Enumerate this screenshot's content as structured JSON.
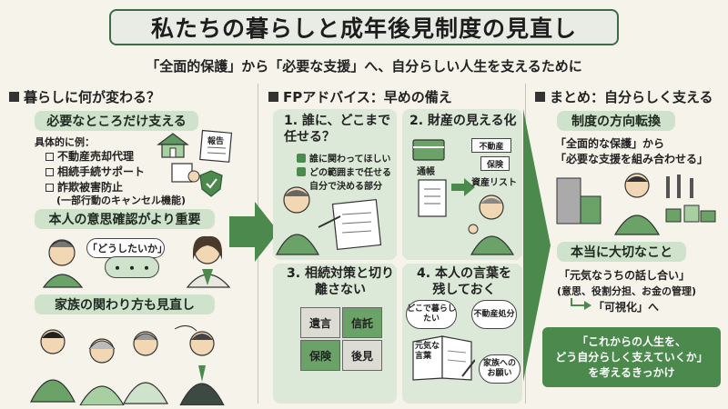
{
  "title": "私たちの暮らしと成年後見制度の見直し",
  "subtitle": "「全面的保護」から「必要な支援」へ、自分らしい人生を支えるために",
  "left": {
    "heading": "暮らしに何が変わる？",
    "section1": {
      "title": "必要なところだけ支える",
      "example_label": "具体的に例：",
      "items": [
        "不動産売却代理",
        "相続手続サポート",
        "詐欺被害防止"
      ],
      "note": "(一部行動のキャンセル機能)",
      "doc_label": "報告"
    },
    "section2": {
      "title": "本人の意思確認がより重要",
      "bubble": "「どうしたいか」",
      "dots": "・・・"
    },
    "section3": {
      "title": "家族の関わり方も見直し"
    }
  },
  "middle": {
    "heading": "FPアドバイス：早めの備え",
    "card1": {
      "title": "1. 誰に、どこまで任せる？",
      "items": [
        "誰に関わってほしい",
        "どの範囲まで任せる",
        "自分で決める部分"
      ]
    },
    "card2": {
      "title": "2. 財産の見える化",
      "passbook": "通帳",
      "tag1": "不動産",
      "tag2": "保険",
      "asset_list": "資産リスト"
    },
    "card3": {
      "title": "3. 相続対策と切り離さない",
      "pieces": [
        "遺言",
        "信託",
        "保険",
        "後見"
      ]
    },
    "card4": {
      "title": "4. 本人の言葉を残しておく",
      "b1": "どこで暮らしたい",
      "b2": "不動産処分",
      "b3": "元気な言葉",
      "b4": "家族へのお願い"
    }
  },
  "right": {
    "heading": "まとめ：自分らしく支える",
    "section1": {
      "title": "制度の方向転換",
      "text1": "「全面的な保護」から",
      "text2": "「必要な支援を組み合わせる」"
    },
    "section2": {
      "title": "本当に大切なこと",
      "text1": "「元気なうちの話し合い」",
      "text2": "(意思、役割分担、お金の管理)",
      "arrow_text": "「可視化」へ"
    },
    "cta": {
      "line1": "「これからの人生を、",
      "line2": "どう自分らしく支えていくか」",
      "line3": "を考えるきっかけ"
    }
  },
  "colors": {
    "accent": "#4b8a4c",
    "pill": "#cfe2cc",
    "card": "#dde9d8",
    "background": "#f6f3ea"
  }
}
